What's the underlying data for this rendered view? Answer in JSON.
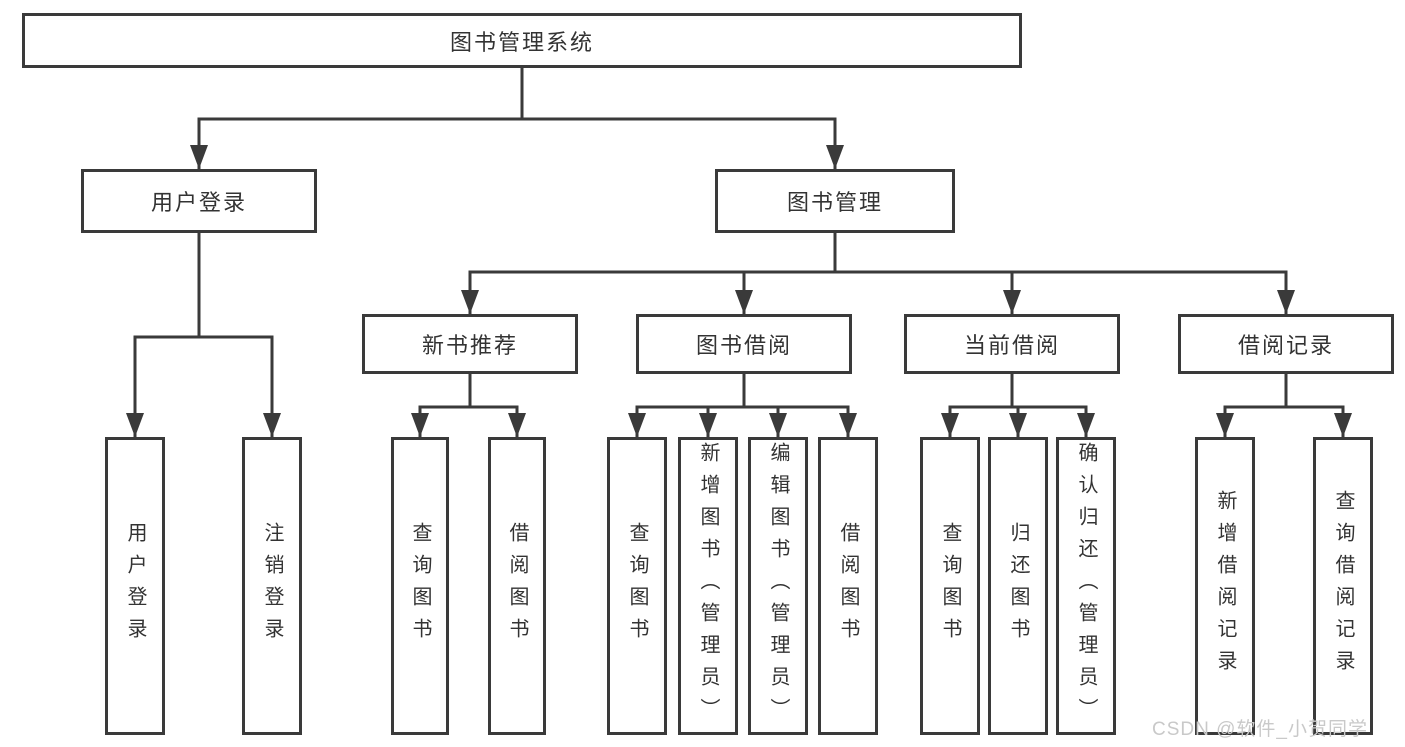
{
  "tree": {
    "root": "图书管理系统",
    "branches": [
      {
        "label": "用户登录",
        "leaves": [
          "用户登录",
          "注销登录"
        ]
      },
      {
        "label": "图书管理",
        "children": [
          {
            "label": "新书推荐",
            "leaves": [
              "查询图书",
              "借阅图书"
            ]
          },
          {
            "label": "图书借阅",
            "leaves": [
              "查询图书",
              "新增图书（管理员）",
              "编辑图书（管理员）",
              "借阅图书"
            ]
          },
          {
            "label": "当前借阅",
            "leaves": [
              "查询图书",
              "归还图书",
              "确认归还（管理员）"
            ]
          },
          {
            "label": "借阅记录",
            "leaves": [
              "新增借阅记录",
              "查询借阅记录"
            ]
          }
        ]
      }
    ]
  },
  "watermark": "CSDN @软件_小贺同学",
  "colors": {
    "line": "#3a3a3a",
    "box_border": "#3a3a3a",
    "box_bg": "#ffffff",
    "text": "#333333",
    "watermark": "#c9c9c9"
  }
}
